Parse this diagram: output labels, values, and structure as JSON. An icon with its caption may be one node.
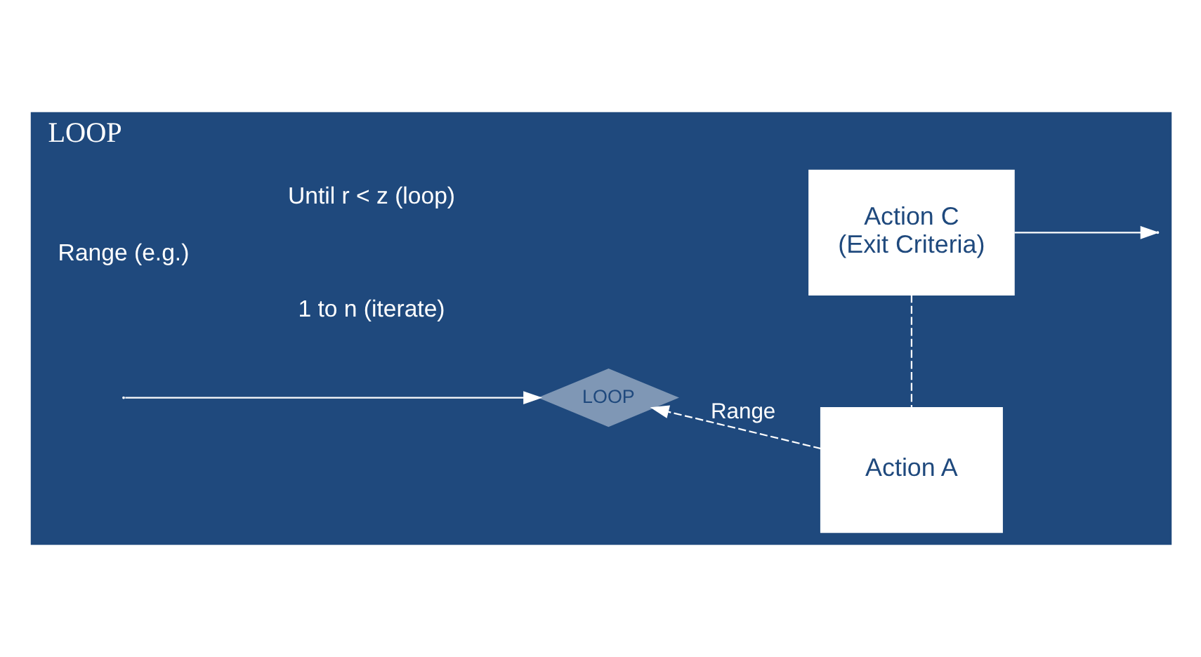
{
  "diagram": {
    "nodes": [
      {
        "text": [
          "LOOP"
        ]
      },
      {
        "text": [
          "LOOP"
        ],
        "in": 0
      },
      {
        "text": [
          "Action A"
        ],
        "in": 0
      },
      {
        "text": [
          "Action C",
          "(Exit Criteria)"
        ],
        "in": 0
      }
    ],
    "edges": [
      {
        "from": null,
        "to": 1,
        "arrow": "to"
      },
      {
        "from": 2,
        "to": 1,
        "arrow": "to",
        "style": "dashed",
        "label": "Range"
      },
      {
        "from": 3,
        "to": 2,
        "arrow": "none",
        "style": "dashed"
      },
      {
        "from": 3,
        "to": null,
        "arrow": "to"
      }
    ],
    "labels": [
      "Range (e.g.)",
      "1 to n (iterate)",
      "Until r < z (loop)"
    ]
  }
}
